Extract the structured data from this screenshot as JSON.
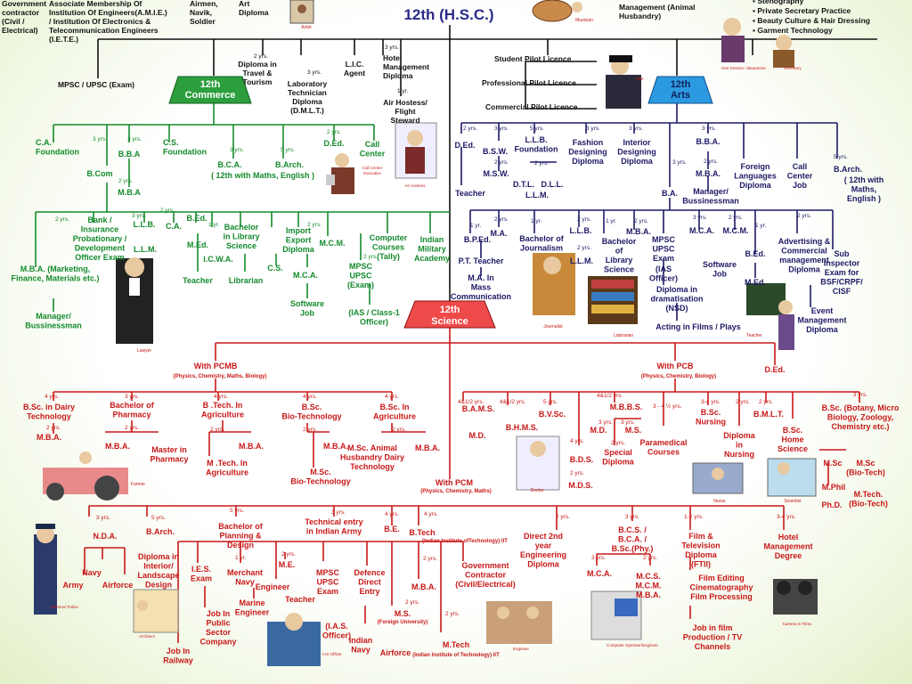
{
  "title": "12th (H.S.C.)",
  "colors": {
    "green": "#148a2c",
    "navy": "#1d1a66",
    "red": "#c81818",
    "black": "#111111",
    "title": "#2a2a8a"
  },
  "streams": {
    "commerce": "12th Commerce",
    "arts": "12th Arts",
    "science": "12th Science"
  },
  "top": {
    "left_cut": "Government contractor (Civil / Electrical)",
    "membership": "Associate Membership Of Institution Of Engineers(A.M.I.E.) / Institution Of Electronics & Telecommunication Engineers (I.E.T.E.)",
    "mpsc": "MPSC / UPSC (Exam)",
    "airmen": "Airmen, Navik, Soldier",
    "art_diploma": "Art Diploma",
    "artist": "Artist",
    "musician": "Musician",
    "farm": "Management (Animal Husbandry)",
    "right_list": [
      "Stenography",
      "Private Secretary Practice",
      "Beauty Culture & Hair Dressing",
      "Garment Technology"
    ],
    "hair": "Hair Dresser / Beautician",
    "secretary": "Secretary",
    "travel": "Diploma in Travel & Tourism",
    "lab": "Laboratory Technician Diploma (D.M.L.T.)",
    "lic": "L.I.C. Agent",
    "hotel": "Hotel Management Diploma",
    "hostess": "Air Hostess/ Flight Steward",
    "air_hostess": "Air Hostess",
    "pilot1": "Student Pilot Licence",
    "pilot2": "Professional Pilot Licence",
    "pilot3": "Commercial Pilot Licence",
    "pilot": "Pilot"
  },
  "commerce": {
    "ca": "C.A. Foundation",
    "bba": "B.B.A",
    "cs": "C.S. Foundation",
    "bca": "B.C.A.",
    "barch": "B.Arch.",
    "with": "( 12th with Maths, English )",
    "ded": "D.Ed.",
    "callcenter": "Call Center",
    "callcenter_exec": "Call Center Executive",
    "bcom": "B.Com",
    "mba_small": "M.B.A",
    "bank": "Bank / Insurance Probationary / Development Officer Exam",
    "llb": "L.L.B.",
    "llm": "L.L.M.",
    "ca2": "C.A.",
    "bed": "B.Ed.",
    "med": "M.Ed.",
    "blib": "Bachelor in Library Science",
    "icwa": "I.C.W.A.",
    "import": "Import Export Diploma",
    "cs2": "C.S.",
    "mcm": "M.C.M.",
    "mca": "M.C.A.",
    "computer": "Computer Courses (Tally)",
    "military": "Indian Military Academy",
    "mba": "M.B.A. (Marketing, Finance, Materials etc.)",
    "teacher": "Teacher",
    "librarian": "Librarian",
    "mpsc": "MPSC UPSC (Exam)",
    "softjob": "Software Job",
    "ias": "(IAS / Class-1 Officer)",
    "manager": "Manager/ Bussinessman",
    "lawyer": "Lawyer"
  },
  "arts": {
    "ded": "D.Ed.",
    "teacher": "Teacher",
    "bsw": "B.S.W.",
    "msw": "M.S.W.",
    "llb": "L.L.B. Foundation",
    "dtl": "D.T.L.",
    "dll": "D.L.L.",
    "llm": "L.L.M.",
    "fashion": "Fashion Designing Diploma",
    "interior": "Interior Designing Diploma",
    "bba": "B.B.A.",
    "mba": "M.B.A.",
    "manager": "Manager/ Bussinessman",
    "foreign": "Foreign Languages Diploma",
    "callcenter": "Call Center Job",
    "barch": "B.Arch.",
    "with": "( 12th with Maths, English )",
    "ba": "B.A.",
    "bped": "B.P.Ed.",
    "ma": "M.A.",
    "pt": "P.T. Teacher",
    "journalism": "Bachelor of Journalism",
    "llb2": "L.L.B.",
    "llm2": "L.L.M.",
    "blib": "Bachelor of Library Science",
    "mba2": "M.B.A.",
    "mpsc": "MPSC UPSC Exam",
    "iasoff": "(IAS Officer)",
    "mca": "M.C.A.",
    "mcm": "M.C.M.",
    "software": "Software Job",
    "bed": "B.Ed.",
    "med": "M.Ed.",
    "advert": "Advertising & Commercial management Diploma",
    "subinsp": "Sub Inspector Exam for BSF/CRPF/ CISF",
    "mass": "M.A. In Mass Communication",
    "drama": "Diploma in dramatisation (NSD)",
    "acting": "Acting in Films / Plays",
    "event": "Event Management Diploma",
    "ded2": "D.Ed.",
    "journalist": "Journalist",
    "librarian": "Liabrarian",
    "teacher2": "Teacher"
  },
  "science": {
    "pcmb": "With PCMB",
    "pcmb_sub": "(Physics, Chemistry, Maths, Biology)",
    "pcb": "With PCB",
    "pcb_sub": "(Physics, Chemistry, Biology)",
    "pcm": "With PCM",
    "pcm_sub": "(Physics, Chemistry, Maths)",
    "dairy": "B.Sc. in Dairy Technology",
    "mba": "M.B.A.",
    "pharm": "Bachelor of Pharmacy",
    "mba2": "M.B.A.",
    "mpharm": "Master in Pharmacy",
    "btechag": "B .Tech. In Agriculture",
    "mtechag": "M .Tech. In Agriculture",
    "mba3": "M.B.A.",
    "biotech": "B.Sc. Bio-Technology",
    "mba4": "M.B.A.",
    "mscbio": "M.Sc. Bio-Technology",
    "bscag": "B.Sc. In Agriculture",
    "mscah": "M.Sc. Animal Husbandry Dairy Technology",
    "mba5": "M.B.A.",
    "farmer": "Farmer",
    "bams": "B.A.M.S.",
    "md": "M.D.",
    "bhms": "B.H.M.S.",
    "bvsc": "B.V.Sc.",
    "mbbs": "M.B.B.S.",
    "md2": "M.D.",
    "ms": "M.S.",
    "bds": "B.D.S.",
    "mds": "M.D.S.",
    "special": "Special Diploma",
    "paramed": "Paramedical Courses",
    "bscn": "B.Sc. Nursing",
    "dipn": "Diploma in Nursing",
    "bmlt": "B.M.L.T.",
    "bsc": "B.Sc. (Botany, Micro Biology, Zoology, Chemistry etc.)",
    "home": "B.Sc. Home Science",
    "msc": "M.Sc",
    "mscbt": "M.Sc (Bio-Tech)",
    "mphil": "M.Phil",
    "mtech": "M.Tech. (Bio-Tech)",
    "phd": "Ph.D.",
    "doctor": "Doctor",
    "nurse": "Nurse",
    "scientist": "Scientist",
    "nda": "N.D.A.",
    "navy": "Navy",
    "army": "Army",
    "airforce": "Airforce",
    "barch": "B.Arch.",
    "interior": "Diploma in Interior/ Landscape Design",
    "planning": "Bachelor of Planning & Design",
    "technical": "Technical entry in Indian Army",
    "be": "B.E.",
    "btech": "B.Tech",
    "btech_sub": "(Indian Institute ofTechnology) IIT",
    "ies": "I.E.S. Exam",
    "merchant": "Merchant Navy",
    "me": "M.E.",
    "engineer": "Engineer",
    "teacher": "Teacher",
    "marine": "Marine Engineer",
    "mpsc": "MPSC UPSC Exam",
    "iasoff": "(I.A.S. Officer)",
    "defence": "Defence Direct Entry",
    "ms_sub": "(Foreign University)",
    "govt": "Government Contractor (Civil/Electrical)",
    "job": "Job In Public Sector Company",
    "railway": "Job In Railway",
    "indiannavy": "Indian Navy",
    "airforce2": "Airforce",
    "mtechiit": "M.Tech",
    "mtech_sub": "(Indian Institute of Technology) IIT",
    "direct": "Direct 2nd year Engineering Diploma",
    "bcs": "B.C.S. / B.C.A. / B.Sc.(Phy.)",
    "mca": "M.C.A.",
    "mcs": "M.C.S. M.C.M. M.B.A.",
    "film": "Film & Television Diploma (FTII)",
    "editing": "Film Editing Cinematography Film Processing",
    "filmjob": "Job in film Production / TV Channels",
    "hotel": "Hotel Management Degree",
    "defpolice": "Defence/ Police",
    "architect": "Architect",
    "iasoff2": "IAS Officer",
    "engr": "Engineer",
    "comp": "Computer Operator/Engineer",
    "camera": "Camera in Films"
  },
  "years": {
    "y2": "2 yrs.",
    "y3": "3 yrs.",
    "y4": "4 yrs.",
    "y5": "5 yrs.",
    "y1": "1 yr.",
    "y412": "4&1/2 yrs.",
    "y34": "3-4 yrs.",
    "y12": "1-2 yrs.",
    "y3h": "3 - 4 ½ yrs."
  }
}
